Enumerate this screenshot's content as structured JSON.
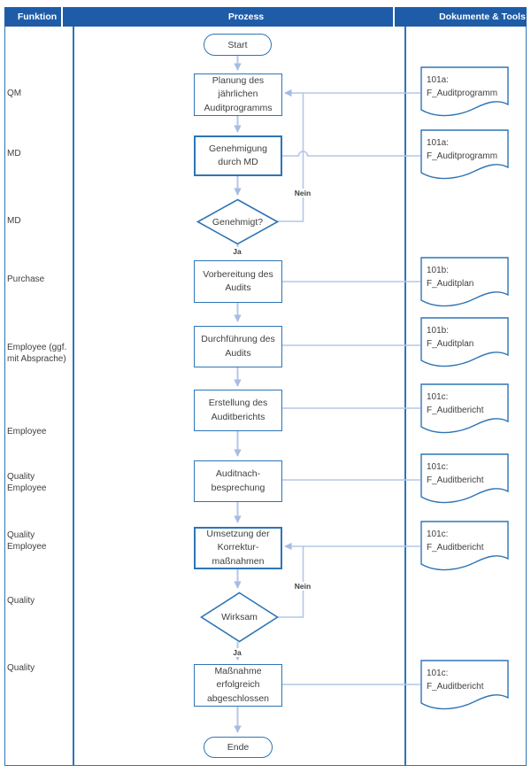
{
  "header": {
    "columns": [
      {
        "label": "Funktion"
      },
      {
        "label": "Prozess"
      },
      {
        "label": "Dokumente & Tools"
      }
    ]
  },
  "functions": [
    {
      "label": "QM"
    },
    {
      "label": "MD"
    },
    {
      "label": "MD"
    },
    {
      "label": "Purchase"
    },
    {
      "label": "Employee (ggf.\nmit Absprache)"
    },
    {
      "label": "Employee"
    },
    {
      "label": "Quality\nEmployee"
    },
    {
      "label": "Quality\nEmployee"
    },
    {
      "label": "Quality"
    },
    {
      "label": "Quality"
    }
  ],
  "process": {
    "start": {
      "label": "Start"
    },
    "steps": [
      {
        "label": "Planung des\njährlichen\nAuditprogramms"
      },
      {
        "label": "Genehmigung\ndurch MD"
      },
      {
        "label": "Vorbereitung des\nAudits"
      },
      {
        "label": "Durchführung des\nAudits"
      },
      {
        "label": "Erstellung des\nAuditberichts"
      },
      {
        "label": "Auditnach-\nbesprechung"
      },
      {
        "label": "Umsetzung der\nKorrektur-\nmaßnahmen"
      },
      {
        "label": "Maßnahme\nerfolgreich\nabgeschlossen"
      }
    ],
    "decisions": [
      {
        "label": "Genehmigt?",
        "yes_label": "Ja",
        "no_label": "Nein"
      },
      {
        "label": "Wirksam",
        "yes_label": "Ja",
        "no_label": "Nein"
      }
    ],
    "end": {
      "label": "Ende"
    }
  },
  "documents": [
    {
      "label": "101a:\nF_Auditprogramm"
    },
    {
      "label": "101a:\nF_Auditprogramm"
    },
    {
      "label": "101b:\nF_Auditplan"
    },
    {
      "label": "101b:\nF_Auditplan"
    },
    {
      "label": "101c:\nF_Auditbericht"
    },
    {
      "label": "101c:\nF_Auditbericht"
    },
    {
      "label": "101c:\nF_Auditbericht"
    },
    {
      "label": "101c:\nF_Auditbericht"
    }
  ],
  "colors": {
    "header_bg": "#1e5ca8",
    "header_text": "#ffffff",
    "shape_border": "#2e75b6",
    "connector": "#b4c7e7",
    "arrowhead": "#a6bce2",
    "text": "#3f3f3f"
  }
}
